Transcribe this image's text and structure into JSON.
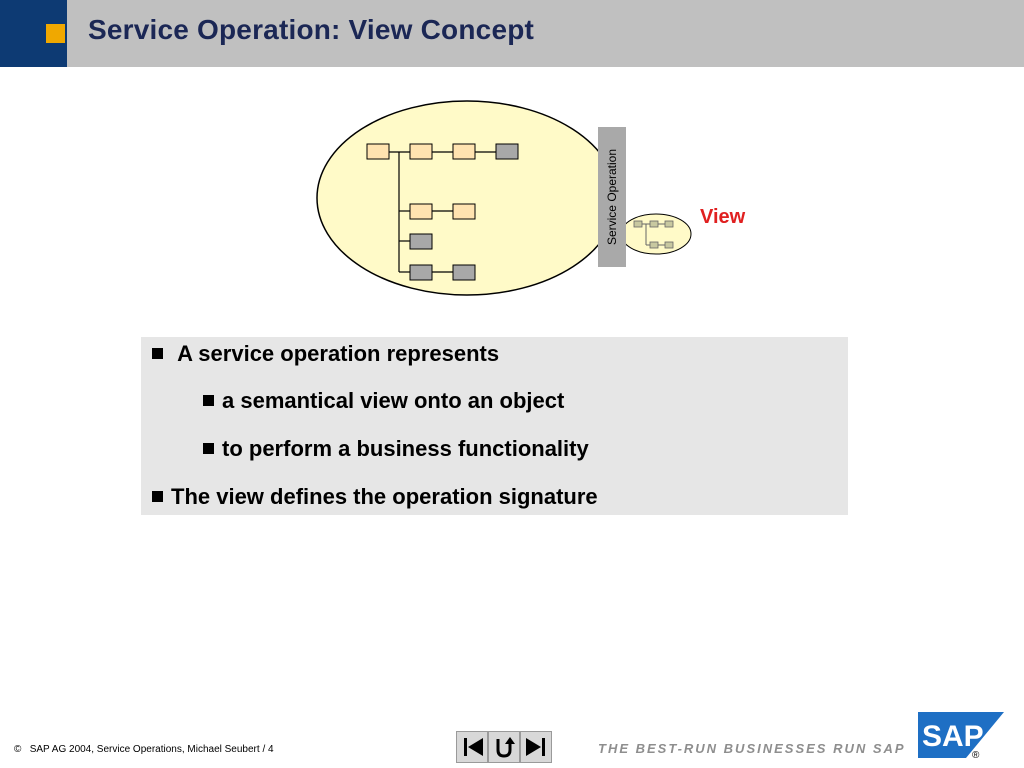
{
  "slide": {
    "title": "Service Operation: View Concept"
  },
  "diagram": {
    "service_operation_label": "Service Operation",
    "view_label": "View"
  },
  "bullets": {
    "item1": "A service operation represents",
    "item1_sub1": "a semantical view onto an object",
    "item1_sub2": "to perform a business functionality",
    "item2": "The view defines the operation signature"
  },
  "footer": {
    "copyright_symbol": "©",
    "copyright_text": "SAP AG 2004, Service Operations, Michael Seubert / 4",
    "tagline": "THE BEST-RUN BUSINESSES RUN SAP",
    "logo_text": "SAP",
    "logo_registered": "®"
  },
  "colors": {
    "header_band": "#c0c0c0",
    "header_block": "#0d3a73",
    "accent_square": "#f0a800",
    "title_text": "#1b2755",
    "ellipse_fill": "#fffac8",
    "node_light": "#ffe3b0",
    "node_gray": "#a8a8a8",
    "view_text": "#e02020",
    "text_panel": "#e6e6e6",
    "sap_blue": "#1e6fc4"
  },
  "icons": {
    "nav_first": "first-slide-icon",
    "nav_return": "return-icon",
    "nav_last": "last-slide-icon"
  }
}
